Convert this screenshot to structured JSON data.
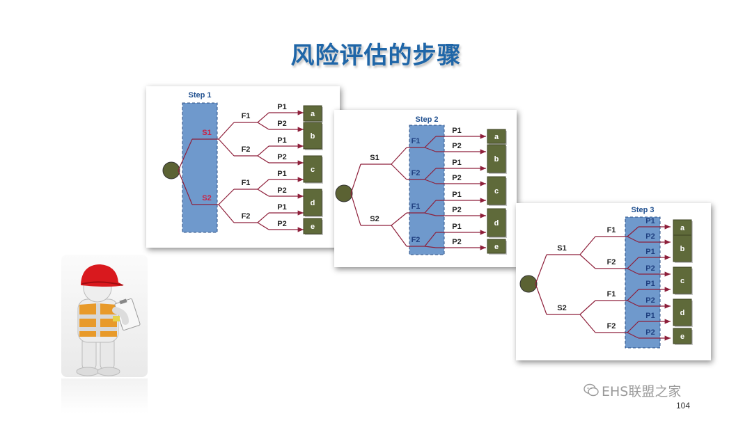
{
  "title": "风险评估的步骤",
  "panels": [
    {
      "step_label": "Step 1",
      "s_labels": [
        "S1",
        "S2"
      ],
      "f_labels": [
        "F1",
        "F2",
        "F1",
        "F2"
      ],
      "p_labels": [
        "P1",
        "P2",
        "P1",
        "P2",
        "P1",
        "P2",
        "P1",
        "P2"
      ],
      "outcomes": [
        "a",
        "b",
        "c",
        "d",
        "e"
      ]
    },
    {
      "step_label": "Step 2",
      "s_labels": [
        "S1",
        "S2"
      ],
      "f_labels": [
        "F1",
        "F2",
        "F1",
        "F2"
      ],
      "p_labels": [
        "P1",
        "P2",
        "P1",
        "P2",
        "P1",
        "P2",
        "P1",
        "P2"
      ],
      "outcomes": [
        "a",
        "b",
        "c",
        "d",
        "e"
      ]
    },
    {
      "step_label": "Step 3",
      "s_labels": [
        "S1",
        "S2"
      ],
      "f_labels": [
        "F1",
        "F2",
        "F1",
        "F2"
      ],
      "p_labels": [
        "P1",
        "P2",
        "P1",
        "P2",
        "P1",
        "P2",
        "P1",
        "P2"
      ],
      "outcomes": [
        "a",
        "b",
        "c",
        "d",
        "e"
      ]
    }
  ],
  "footer": {
    "brand": "EHS联盟之家",
    "page_number": "104"
  },
  "colors": {
    "title": "#1f66a8",
    "branch": "#8e1f3a",
    "highlight": "#cc2244",
    "column": "#6f99cc",
    "outcome_box": "#5f6a3a"
  }
}
